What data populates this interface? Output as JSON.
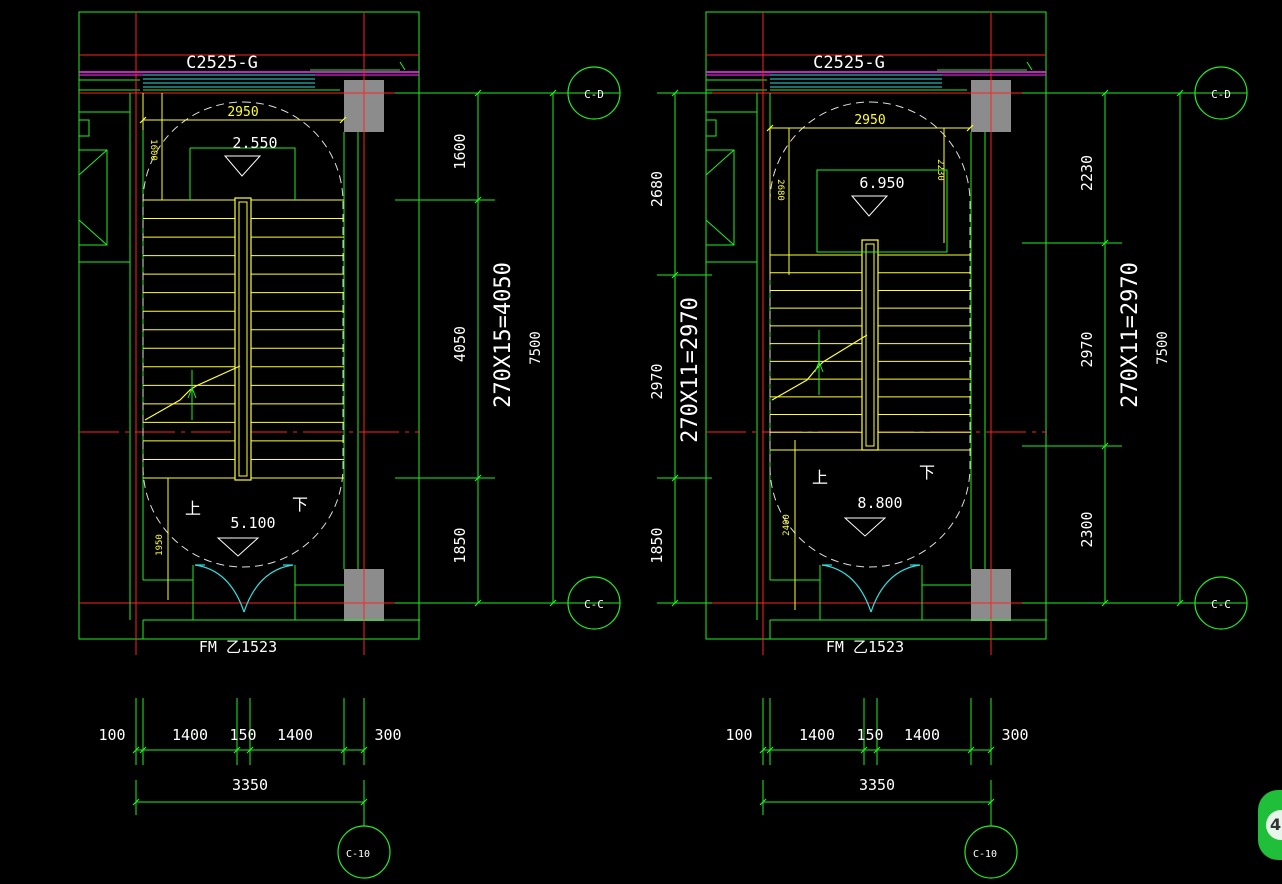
{
  "colors": {
    "background": "#000000",
    "wall": "#22ee22",
    "axis": "#ff2222",
    "stair": "#ffff33",
    "window": "#33dddd",
    "magenta": "#ff33ff",
    "column": "#8c8c8c",
    "text": "#ffffff"
  },
  "plans": [
    {
      "window_label": "C2525-G",
      "door_label": "FM 乙1523",
      "landing_width": "2950",
      "small_dim": "1600",
      "mid_dim": "1950",
      "top_level": "2.550",
      "bottom_level": "5.100",
      "up_label": "上",
      "down_label": "下",
      "right_dims": [
        "1600",
        "4050",
        "1850"
      ],
      "flight_formula": "270X15=4050",
      "total_height": "7500",
      "left_dims": [],
      "left_formula": "",
      "bottom_dims": [
        "100",
        "1400",
        "150",
        "1400",
        "300"
      ],
      "total_width": "3350",
      "axis_top": "C-D",
      "axis_bottom": "C-C",
      "axis_col": "C-10"
    },
    {
      "window_label": "C2525-G",
      "door_label": "FM 乙1523",
      "landing_width": "2950",
      "small_dim": "2680",
      "small_dim_r": "2230",
      "mid_dim": "2400",
      "top_level": "6.950",
      "bottom_level": "8.800",
      "up_label": "上",
      "down_label": "下",
      "right_dims": [
        "2230",
        "2970",
        "2300"
      ],
      "flight_formula": "270X11=2970",
      "total_height": "7500",
      "left_dims": [
        "2680",
        "2970",
        "1850"
      ],
      "left_formula": "270X11=2970",
      "bottom_dims": [
        "100",
        "1400",
        "150",
        "1400",
        "300"
      ],
      "total_width": "3350",
      "axis_top": "C-D",
      "axis_bottom": "C-C",
      "axis_col": "C-10"
    }
  ],
  "badge_text": "4"
}
